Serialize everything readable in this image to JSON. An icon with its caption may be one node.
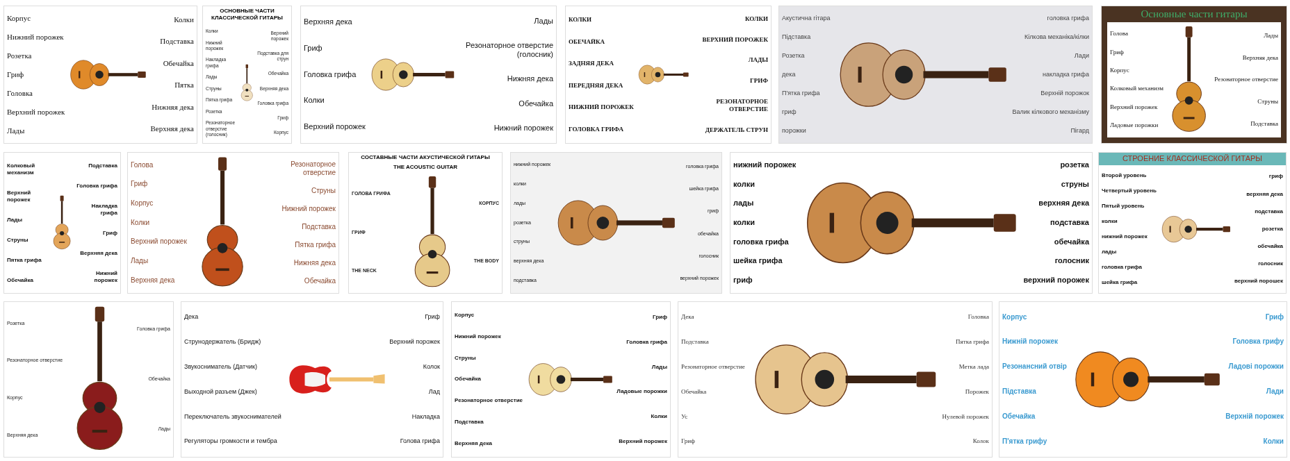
{
  "diagram": {
    "nodes": [
      {
        "text": [
          "Корпус",
          "Нижний порожек",
          "Розетка",
          "Гриф",
          "Головка",
          "Верхний порожек",
          "Лады",
          "Колки",
          "Подставка",
          "Обечайка",
          "Пятка",
          "Нижняя дека",
          "Верхняя дека"
        ]
      },
      {
        "text": [
          "ОСНОВНЫЕ ЧАСТИ КЛАССИЧЕСКОЙ ГИТАРЫ",
          "Колки",
          "Нижний порожек",
          "Накладка грифа",
          "Лады",
          "Струны",
          "Пятка грифа",
          "Розетка",
          "Резонаторное отверстие (голосник)",
          "Верхний порожек",
          "Подставка для струн",
          "Обечайка",
          "Верхняя дека",
          "Головка грифа",
          "Гриф",
          "Корпус"
        ]
      },
      {
        "text": [
          "Верхняя дека",
          "Гриф",
          "Головка грифа",
          "Колки",
          "Верхний порожек",
          "Лады",
          "Резонаторное отверстие (голосник)",
          "Нижняя дека",
          "Обечайка",
          "Нижний порожек"
        ]
      },
      {
        "text": [
          "КОЛКИ",
          "ОБЕЧАЙКА",
          "ЗАДНЯЯ ДЕКА",
          "ПЕРЕДНЯЯ ДЕКА",
          "НИЖНИЙ ПОРОЖЕК",
          "ГОЛОВКА ГРИФА",
          "КОЛКИ",
          "ВЕРХНИЙ ПОРОЖЕК",
          "ЛАДЫ",
          "ГРИФ",
          "РЕЗОНАТОРНОЕ ОТВЕРСТИЕ",
          "ДЕРЖАТЕЛЬ СТРУН"
        ]
      },
      {
        "text": [
          "Акустична гітара",
          "Підставка",
          "Розетка",
          "дека",
          "П'ятка грифа",
          "гриф",
          "порожки",
          "головка грифа",
          "Кілкова механіка/кілки",
          "Лади",
          "накладка грифа",
          "Верхній порожок",
          "Валик кілкового механізму",
          "Пігард"
        ]
      },
      {
        "text": [
          "Основные части гитары",
          "Голова",
          "Гриф",
          "Корпус",
          "Колковый механизм",
          "Верхний порожек",
          "Ладовые порожки",
          "Лады",
          "Верхняя дека",
          "Резонаторное отверстие",
          "Струны",
          "Подставка"
        ]
      },
      {
        "text": [
          "Колковый механизм",
          "Верхний порожек",
          "Лады",
          "Струны",
          "Пятка грифа",
          "Обечайка",
          "Подставка",
          "Головка грифа",
          "Накладка грифа",
          "Гриф",
          "Верхняя дека",
          "Нижний порожек"
        ]
      },
      {
        "text": [
          "Голова",
          "Гриф",
          "Корпус",
          "Колки",
          "Верхний порожек",
          "Лады",
          "Верхняя дека",
          "Резонаторное отверстие",
          "Струны",
          "Нижний порожек",
          "Подставка",
          "Пятка грифа",
          "Нижняя дека",
          "Обечайка"
        ]
      },
      {
        "text": [
          "СОСТАВНЫЕ ЧАСТИ АКУСТИЧЕСКОЙ ГИТАРЫ",
          "THE ACOUSTIC GUITAR",
          "ГОЛОВА ГРИФА",
          "ГРИФ",
          "THE NECK",
          "КОРПУС",
          "THE BODY"
        ]
      },
      {
        "text": [
          "нижний порожек",
          "колки",
          "лады",
          "розетка",
          "струны",
          "верхняя дека",
          "подставка",
          "головка грифа",
          "шейка грифа",
          "гриф",
          "обечайка",
          "голосник",
          "верхний порожек"
        ]
      },
      {
        "text": [
          "нижний порожек",
          "колки",
          "лады",
          "колки",
          "головка грифа",
          "шейка грифа",
          "гриф",
          "розетка",
          "струны",
          "верхняя дека",
          "подставка",
          "обечайка",
          "голосник",
          "верхний порожек"
        ]
      },
      {
        "text": [
          "СТРОЕНИЕ КЛАССИЧЕСКОЙ ГИТАРЫ",
          "Второй уровень",
          "Четвертый уровень",
          "Пятый уровень",
          "колки",
          "нижний порожек",
          "лады",
          "головка грифа",
          "шейка грифа",
          "гриф",
          "верхняя дека",
          "подставка",
          "розетка",
          "обечайка",
          "голосник",
          "верхний порошек"
        ]
      },
      {
        "text": [
          "Розетка",
          "Резонаторное отверстие",
          "Корпус",
          "Верхняя дека",
          "Головка грифа",
          "Обечайка",
          "Лады"
        ]
      },
      {
        "text": [
          "Дека",
          "Струнодержатель (Бридж)",
          "Звукосниматель (Датчик)",
          "Выходной разъем (Джек)",
          "Переключатель звукоснимателей",
          "Регуляторы громкости и тембра",
          "Гриф",
          "Верхний порожек",
          "Колок",
          "Лад",
          "Накладка",
          "Голова грифа"
        ]
      },
      {
        "text": [
          "Корпус",
          "Нижний порожек",
          "Струны",
          "Обечайка",
          "Резонаторное отверстие",
          "Подставка",
          "Верхняя дека",
          "Гриф",
          "Головка грифа",
          "Лады",
          "Ладовые порожки",
          "Колки",
          "Верхний порожек"
        ]
      },
      {
        "text": [
          "Дека",
          "Подставка",
          "Резонаторное отверстие",
          "Обечайка",
          "Ус",
          "Гриф",
          "Головка",
          "Пятка грифа",
          "Метка лада",
          "Порожек",
          "Нулевой порожек",
          "Колок"
        ]
      },
      {
        "text": [
          "Корпус",
          "Нижній порожек",
          "Резонансний отвір",
          "Підставка",
          "Обечайка",
          "П'ятка грифу",
          "Гриф",
          "Головка грифу",
          "Ладові порожки",
          "Лади",
          "Верхній порожек",
          "Колки"
        ]
      }
    ]
  }
}
